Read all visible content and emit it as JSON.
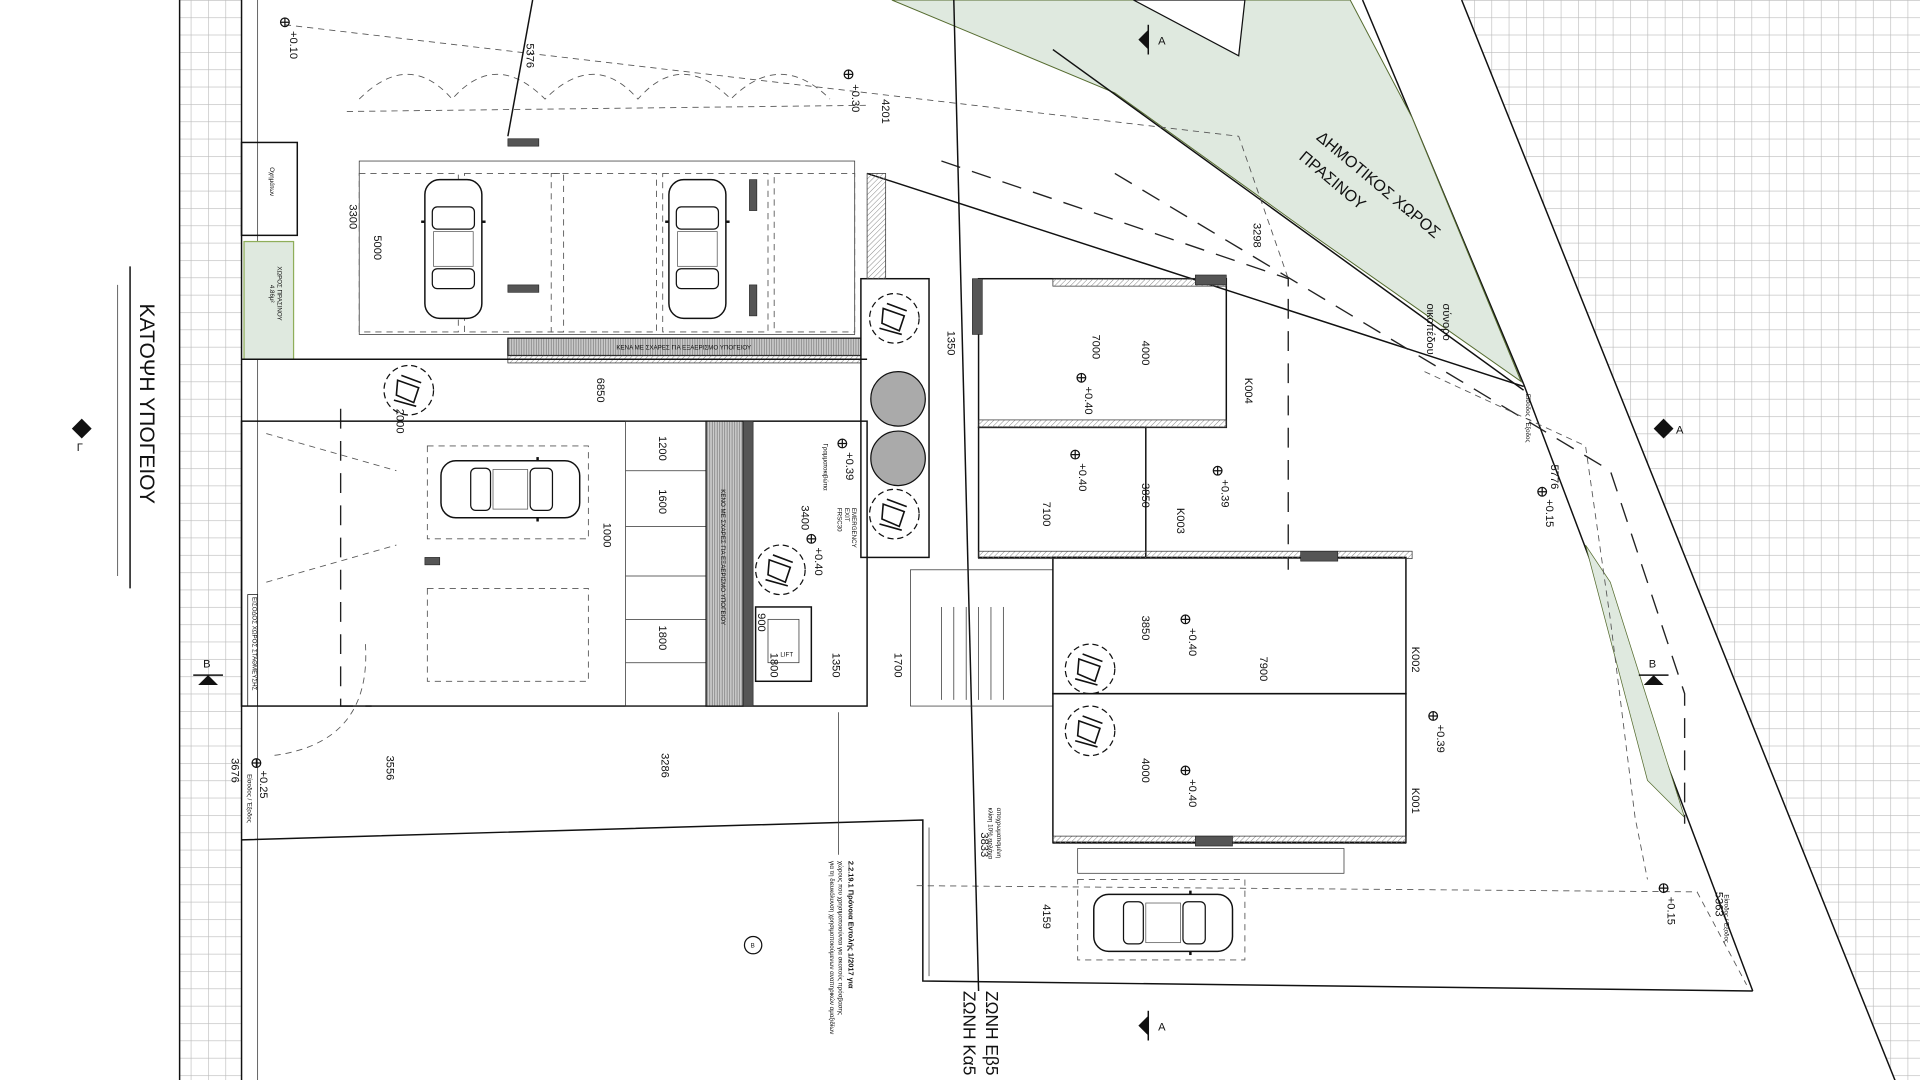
{
  "title": "ΚΑΤΟΨΗ ΥΠΟΓΕΙΟΥ",
  "zones": [
    "ΖΩΝΗ Εβ5",
    "ΖΩΝΗ Κα5"
  ],
  "green_area": {
    "line1": "ΔΗΜΟΤΙΚΟΣ ΧΩΡΟΣ",
    "line2": "ΠΡΑΣΙΝΟΥ",
    "color": "#dfe9df"
  },
  "boundary_label": {
    "line1": "σύνορο",
    "line2": "οικοπέδου"
  },
  "vent_label": "ΚΕΝΑ ΜΕ ΣΧΑΡΕΣ ΓΙΑ ΕΞΑΕΡΙΣΜΟ ΥΠΟΓΕΙΟΥ",
  "vent_label_2": "ΚΕΝΟ ΜΕ ΣΧΑΡΕΣ ΓΙΑ ΕΞΑΕΡΙΣΜΟ ΥΠΟΓΕΙΟΥ",
  "parking_entry": "ΕΙΣΟΔΟΣ ΧΩΡΟΣ ΣΤΑΘΜΕΥΣΗΣ",
  "green_small": {
    "line1": "ΧΩΡΟΣ ΠΡΑΣΙΝΟΥ",
    "line2": "4.86μ²"
  },
  "entry_exit": "Είσοδος / Έξοδος",
  "entry_exit_2": "Οχημάτων",
  "lift": "LIFT",
  "emergency": {
    "line1": "EMERGENCY",
    "line2": "EXIT",
    "line3": "FRSC30"
  },
  "mailboxes": "Γραμματοκιβώτια",
  "ramp_note": {
    "line1": "αποχρωματισμένη",
    "line2": "κλίση 10% ειρλάνα"
  },
  "regulation_note": {
    "line1": "2.2.19.1 Πρόνοια Εντολής 1/2017 για",
    "line2": "χώρους που χρησιμοποιούνται για σκοπούς πρόσβασης",
    "line3": "για τη διευκόλυνση χρησιμοποιούμενων αναπηρικών αμαξιδίων"
  },
  "units": [
    "Κ001",
    "Κ002",
    "Κ003",
    "Κ004"
  ],
  "frsc": "FRSC30",
  "section_marks": {
    "A": "A",
    "B": "B",
    "G": "Γ"
  },
  "parking_tag": "Ρ",
  "dimensions": [
    "5376",
    "4201",
    "3300",
    "5000",
    "6850",
    "2000",
    "1350",
    "7000",
    "4000",
    "7100",
    "3850",
    "3298",
    "3850",
    "7900",
    "4000",
    "3833",
    "4159",
    "3556",
    "3286",
    "3676",
    "1000",
    "3400",
    "1800",
    "1350",
    "1700",
    "5776",
    "5363",
    "1200",
    "1600",
    "1800",
    "900"
  ],
  "levels": [
    "+0.10",
    "+0.30",
    "+0.39",
    "+0.40",
    "+0.40",
    "+0.40",
    "+0.39",
    "+0.40",
    "+0.40",
    "+0.39",
    "+0.25",
    "+0.15",
    "+0.15"
  ],
  "colors": {
    "green": "#dfe9df",
    "wall": "#555555",
    "line": "#111111"
  }
}
